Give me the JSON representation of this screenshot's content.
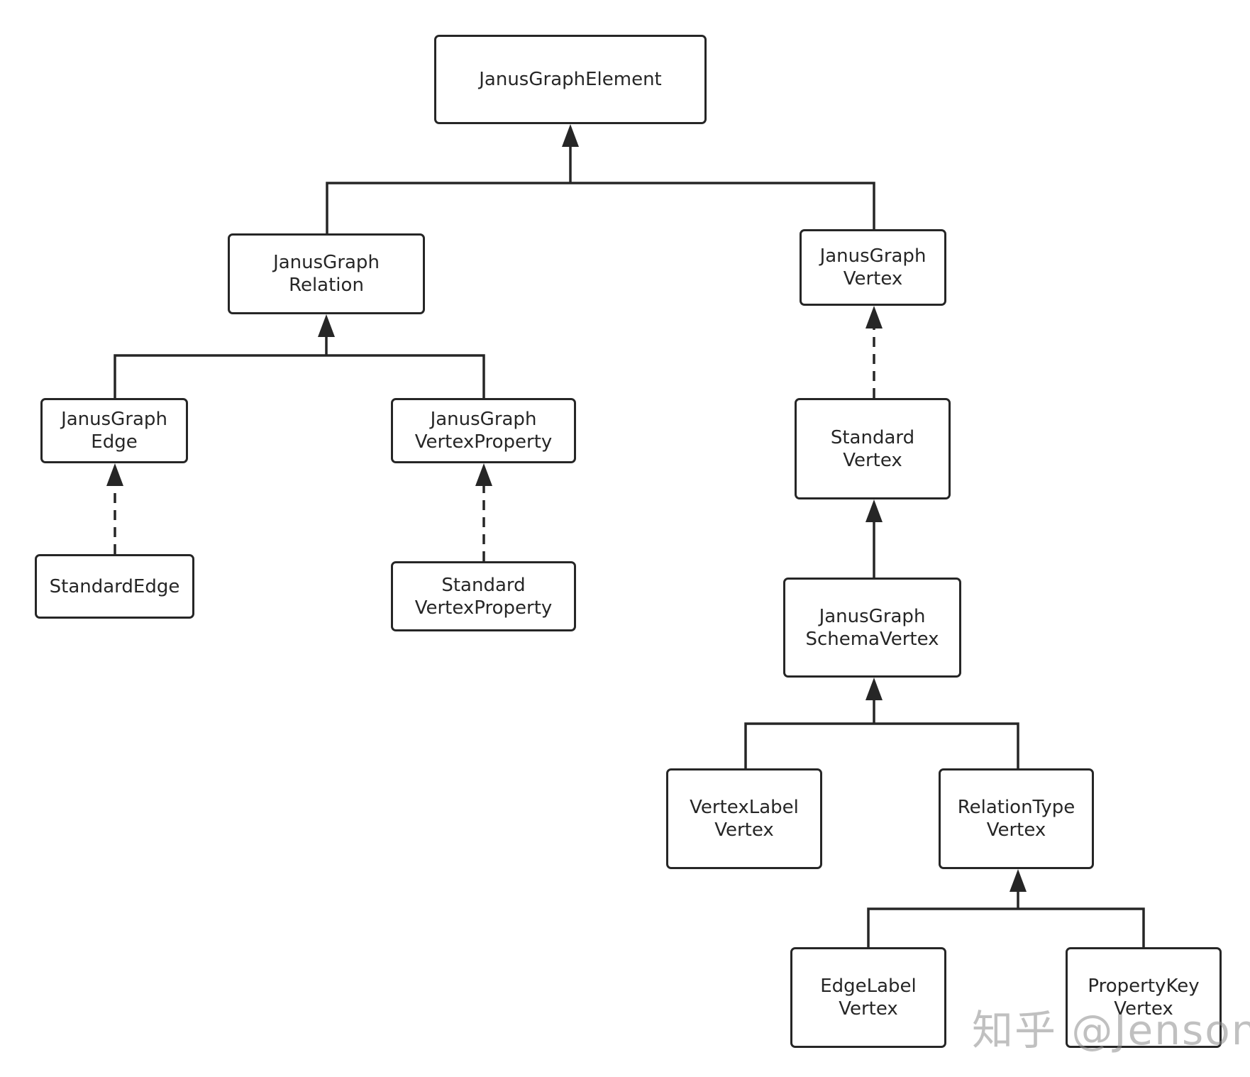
{
  "diagram": {
    "nodes": [
      {
        "id": "janus-graph-element",
        "label": "JanusGraphElement"
      },
      {
        "id": "janus-graph-relation",
        "label": "JanusGraph\nRelation"
      },
      {
        "id": "janus-graph-vertex",
        "label": "JanusGraph\nVertex"
      },
      {
        "id": "janus-graph-edge",
        "label": "JanusGraph\nEdge"
      },
      {
        "id": "janus-graph-vertex-property",
        "label": "JanusGraph\nVertexProperty"
      },
      {
        "id": "standard-vertex",
        "label": "Standard\nVertex"
      },
      {
        "id": "standard-edge",
        "label": "StandardEdge"
      },
      {
        "id": "standard-vertex-property",
        "label": "Standard\nVertexProperty"
      },
      {
        "id": "janus-graph-schema-vertex",
        "label": "JanusGraph\nSchemaVertex"
      },
      {
        "id": "vertex-label-vertex",
        "label": "VertexLabel\nVertex"
      },
      {
        "id": "relation-type-vertex",
        "label": "RelationType\nVertex"
      },
      {
        "id": "edge-label-vertex",
        "label": "EdgeLabel\nVertex"
      },
      {
        "id": "property-key-vertex",
        "label": "PropertyKey\nVertex"
      }
    ],
    "relations": [
      {
        "from": "janus-graph-relation",
        "to": "janus-graph-element",
        "style": "solid"
      },
      {
        "from": "janus-graph-vertex",
        "to": "janus-graph-element",
        "style": "solid"
      },
      {
        "from": "janus-graph-edge",
        "to": "janus-graph-relation",
        "style": "solid"
      },
      {
        "from": "janus-graph-vertex-property",
        "to": "janus-graph-relation",
        "style": "solid"
      },
      {
        "from": "standard-edge",
        "to": "janus-graph-edge",
        "style": "dashed"
      },
      {
        "from": "standard-vertex-property",
        "to": "janus-graph-vertex-property",
        "style": "dashed"
      },
      {
        "from": "standard-vertex",
        "to": "janus-graph-vertex",
        "style": "dashed"
      },
      {
        "from": "janus-graph-schema-vertex",
        "to": "standard-vertex",
        "style": "solid"
      },
      {
        "from": "vertex-label-vertex",
        "to": "janus-graph-schema-vertex",
        "style": "solid"
      },
      {
        "from": "relation-type-vertex",
        "to": "janus-graph-schema-vertex",
        "style": "solid"
      },
      {
        "from": "edge-label-vertex",
        "to": "relation-type-vertex",
        "style": "solid"
      },
      {
        "from": "property-key-vertex",
        "to": "relation-type-vertex",
        "style": "solid"
      }
    ]
  },
  "watermark": "知乎 @Jenson",
  "colors": {
    "line": "#262626",
    "text": "#262626",
    "background": "#ffffff"
  }
}
